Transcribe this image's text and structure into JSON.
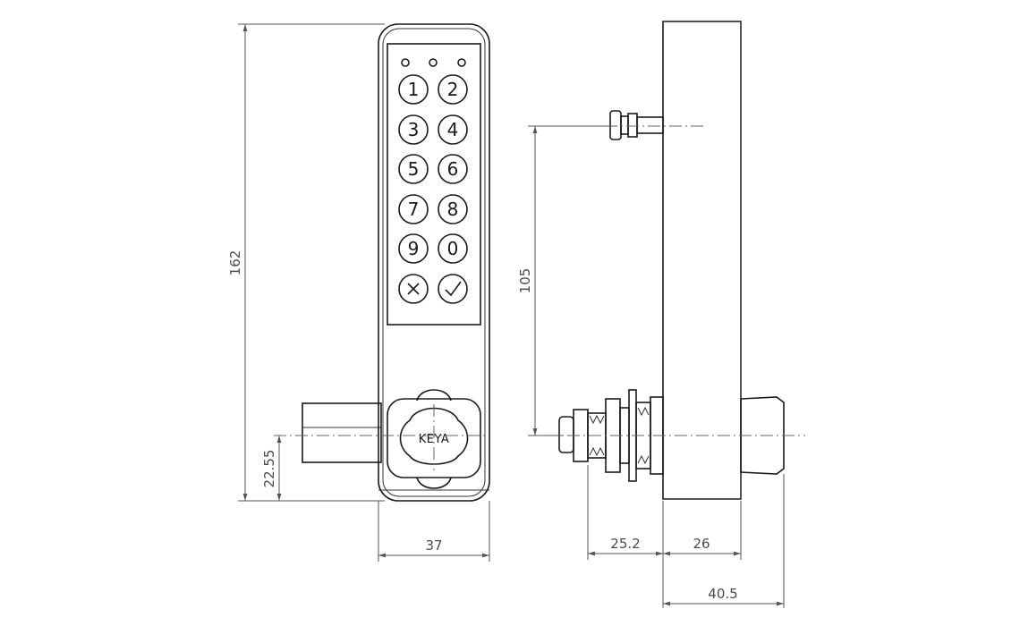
{
  "front_view": {
    "keypad_keys": [
      "1",
      "2",
      "3",
      "4",
      "5",
      "6",
      "7",
      "8",
      "9",
      "0"
    ],
    "cancel_key_icon": "cross-icon",
    "confirm_key_icon": "check-icon",
    "led_count": 3,
    "brand_logo": "KEYA"
  },
  "dimensions": {
    "total_height": "162",
    "cam_offset": "22.55",
    "body_width": "37",
    "cam_to_led_height": "105",
    "thread_length": "25.2",
    "body_depth": "26",
    "overall_depth": "40.5"
  }
}
